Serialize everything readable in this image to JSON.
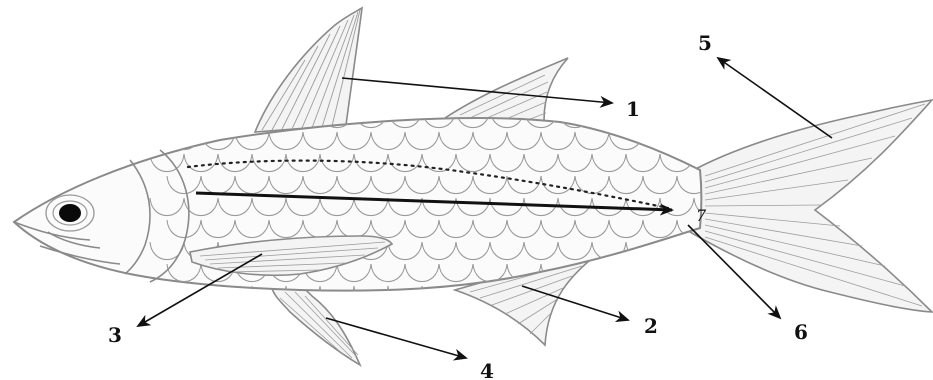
{
  "diagram": {
    "labels": [
      "1",
      "2",
      "3",
      "4",
      "5",
      "6",
      "7"
    ],
    "colors": {
      "outline": "#8a8a8a",
      "scales": "#9a9a9a",
      "fin_ray": "#9c9c9c",
      "body_fill": "#fbfbfb",
      "fin_fill": "#f4f4f4",
      "eye": "#0a0a0a",
      "arrow": "#111111"
    }
  }
}
